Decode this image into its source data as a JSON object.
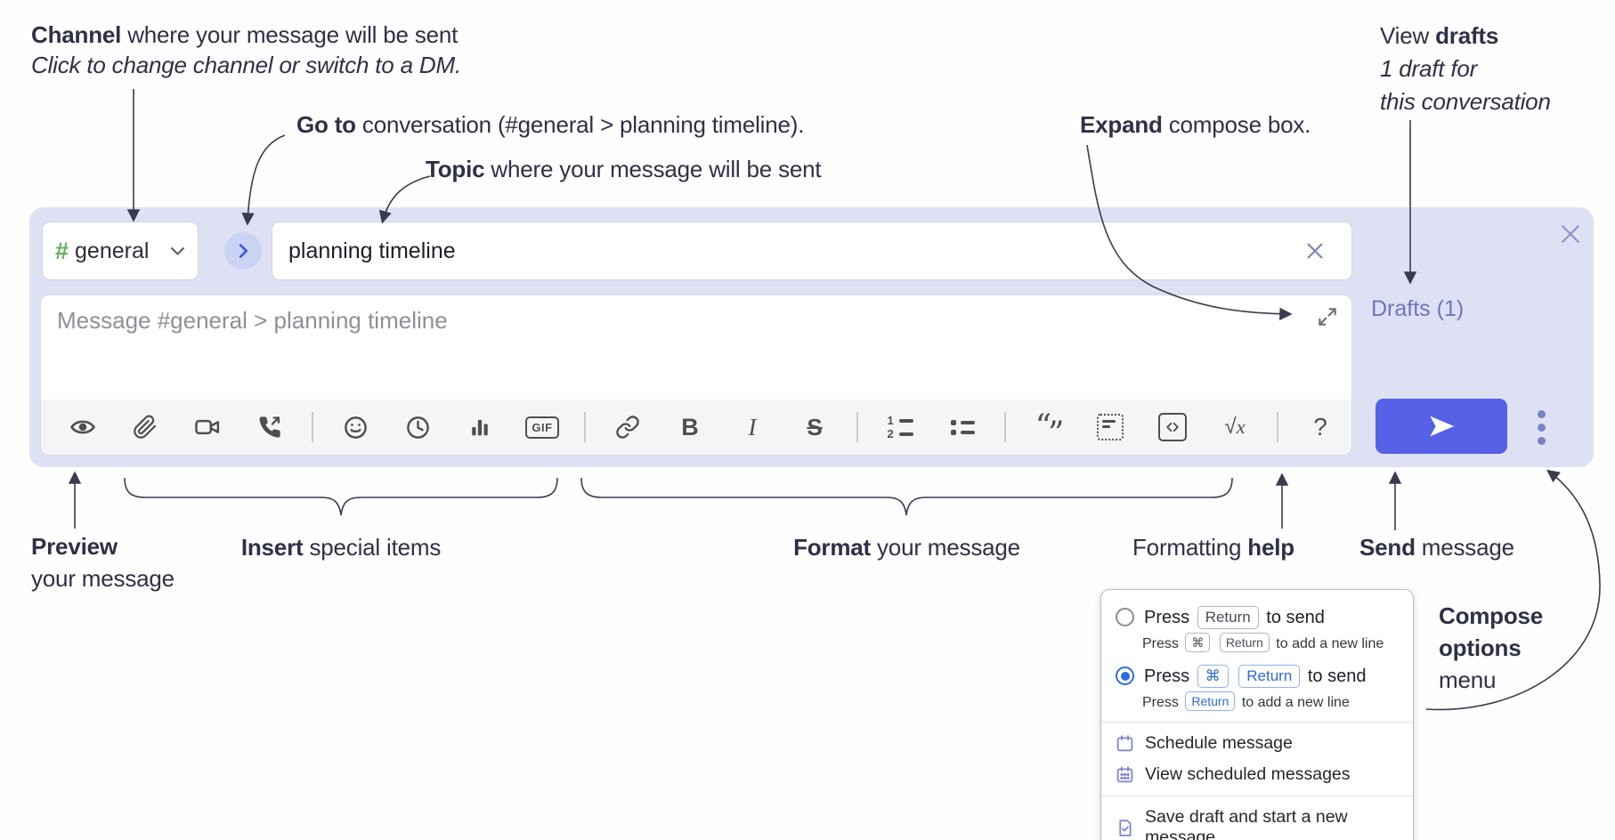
{
  "annotations": {
    "channel_bold": "Channel",
    "channel_rest": " where your message will be sent",
    "channel_sub": "Click to change channel or switch to a DM.",
    "goto_bold": "Go to",
    "goto_rest": " conversation (#general > planning timeline).",
    "topic_bold": "Topic",
    "topic_rest": " where your message will be sent",
    "expand_bold": "Expand",
    "expand_rest": " compose box.",
    "drafts_pre": "View ",
    "drafts_bold": "drafts",
    "drafts_line2": "1 draft for",
    "drafts_line3": "this conversation",
    "preview_bold": "Preview",
    "preview_line2": "your message",
    "insert_bold": "Insert",
    "insert_rest": " special items",
    "format_bold": "Format",
    "format_rest": " your message",
    "help_pre": "Formatting ",
    "help_bold": "help",
    "send_bold": "Send",
    "send_rest": " message",
    "compose_line1": "Compose",
    "compose_line2": "options",
    "compose_line3": "menu"
  },
  "composer": {
    "channel_hash": "#",
    "channel_name": "general",
    "topic_value": "planning timeline",
    "message_placeholder": "Message #general > planning timeline",
    "drafts_link": "Drafts (1)"
  },
  "toolbar": {
    "gif": "GIF",
    "bold": "B",
    "italic": "I",
    "strike": "S",
    "math_root": "√",
    "math_x": "x",
    "quote_open": "“",
    "quote_close": "”",
    "help": "?"
  },
  "send_menu": {
    "press": "Press",
    "key_return": "Return",
    "key_cmd": "⌘",
    "to_send": "to send",
    "to_add_new_line": "to add a new line",
    "items": [
      "Schedule message",
      "View scheduled messages",
      "Save draft and start a new message"
    ]
  },
  "colors": {
    "composer_bg": "#dee1f4",
    "send_button": "#5661e8",
    "purple_ui": "#6d75c0",
    "selected_blue": "#2e69e0",
    "hash_green": "#5eb05e",
    "annotation_ink": "#2f3048"
  }
}
